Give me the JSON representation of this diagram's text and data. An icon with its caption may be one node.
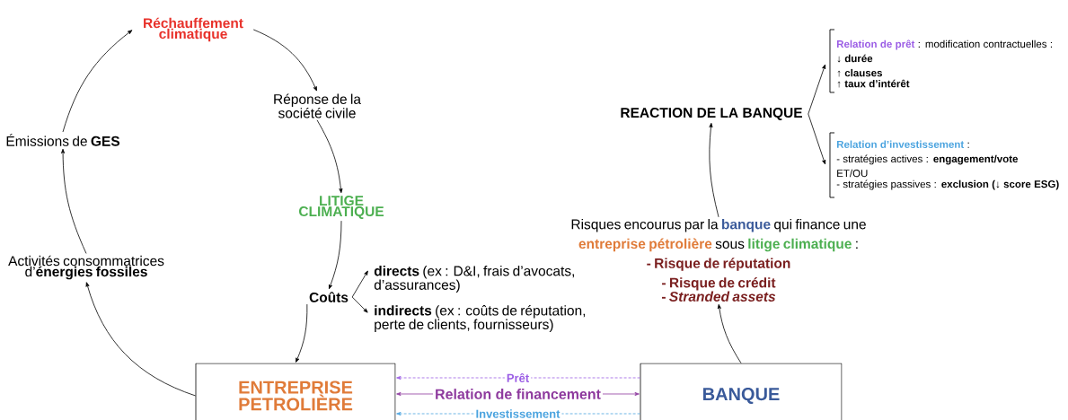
{
  "diagram": {
    "nodes": [
      {
        "text": [
          "Réchauffement climatique"
        ]
      },
      {
        "text": [
          "Réponse de la société civile"
        ]
      },
      {
        "text": [
          "LITIGE CLIMATIQUE"
        ]
      },
      {
        "text": [
          "Coûts"
        ]
      },
      {
        "text": [
          "**directs** (ex : D&I, frais d’avocats, d’assurances)"
        ]
      },
      {
        "text": [
          "**indirects** (ex : coûts de réputation, perte de clients, fournisseurs)"
        ]
      },
      {
        "text": [
          "ENTREPRISE PETROLIÈRE"
        ]
      },
      {
        "text": [
          "Activités consommatrices d’**énergies fossiles**"
        ]
      },
      {
        "text": [
          "Émissions de **GES**"
        ]
      },
      {
        "text": [
          "BANQUE"
        ]
      },
      {
        "text": [
          "Risques encourus par la **banque** qui finance une **entreprise pétrolière** sous **litige climatique** :",
          "- Risque de réputation",
          "- Risque de crédit",
          "- *Stranded assets*"
        ]
      },
      {
        "text": [
          "REACTION DE LA BANQUE"
        ]
      },
      {
        "text": [
          "**Relation de prêt** : modification contractuelles :",
          "↓ **durée**",
          "↑ **clauses**",
          "↑ **taux d’intérêt**"
        ]
      },
      {
        "text": [
          "**Relation d’investissement** :",
          "- stratégies actives : **engagement/vote**",
          "ET/OU",
          "- stratégies passives : **exclusion (↓ score ESG)**"
        ]
      }
    ],
    "edges": [
      {
        "from": 0,
        "to": 1,
        "arrow": "to"
      },
      {
        "from": 1,
        "to": 2,
        "arrow": "to"
      },
      {
        "from": 2,
        "to": 3,
        "arrow": "to"
      },
      {
        "from": 3,
        "to": 4,
        "arrow": "to"
      },
      {
        "from": 3,
        "to": 5,
        "arrow": "to"
      },
      {
        "from": 3,
        "to": 6,
        "arrow": "to"
      },
      {
        "from": 6,
        "to": 7,
        "arrow": "to"
      },
      {
        "from": 7,
        "to": 8,
        "arrow": "to"
      },
      {
        "from": 8,
        "to": 0,
        "arrow": "to"
      },
      {
        "from": 9,
        "to": 10,
        "arrow": "to"
      },
      {
        "from": 10,
        "to": 11,
        "arrow": "to"
      },
      {
        "from": 11,
        "to": 12,
        "arrow": "to"
      },
      {
        "from": 11,
        "to": 13,
        "arrow": "to"
      },
      {
        "from": 9,
        "to": 6,
        "arrow": "to",
        "label": "Prêt",
        "style": "dashed",
        "color": "#9b5de5"
      },
      {
        "from": 9,
        "to": 6,
        "arrow": "both",
        "label": "Relation de financement",
        "color": "#8e3a9e"
      },
      {
        "from": 9,
        "to": 6,
        "arrow": "to",
        "label": "Investissement",
        "style": "dashed",
        "color": "#4aa3df"
      }
    ]
  }
}
